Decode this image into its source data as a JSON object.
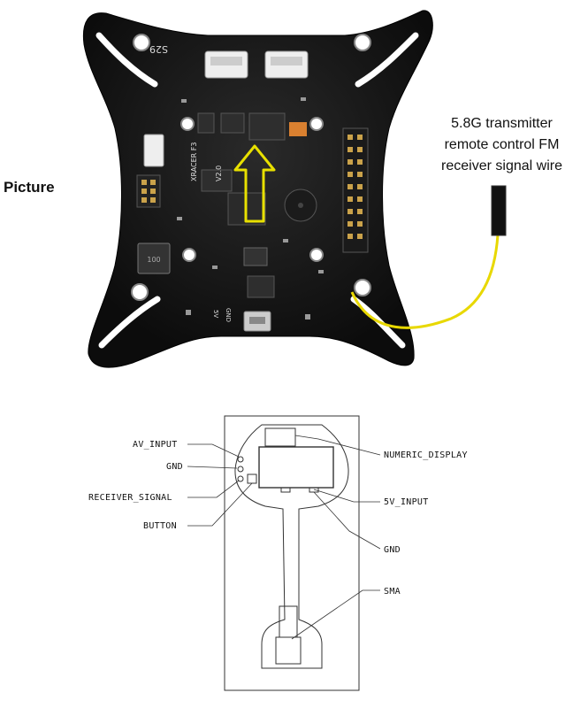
{
  "photo": {
    "label": "Picture",
    "board_silkscreen": {
      "top_mark": "S29",
      "model": "XRACER F3",
      "version": "V2.0",
      "pad_gnd": "GND",
      "pad_5v": "5V"
    },
    "callout_lines": [
      "5.8G transmitter",
      "remote control FM",
      "receiver signal wire"
    ],
    "colors": {
      "pcb": "#111111",
      "wire": "#e8d800",
      "arrow": "#e8e000"
    }
  },
  "diagram": {
    "labels": {
      "av_input": "AV_INPUT",
      "gnd_left": "GND",
      "receiver_signal": "RECEIVER_SIGNAL",
      "button": "BUTTON",
      "numeric_display": "NUMERIC_DISPLAY",
      "five_v_input": "5V_INPUT",
      "gnd_right": "GND",
      "sma": "SMA"
    }
  }
}
